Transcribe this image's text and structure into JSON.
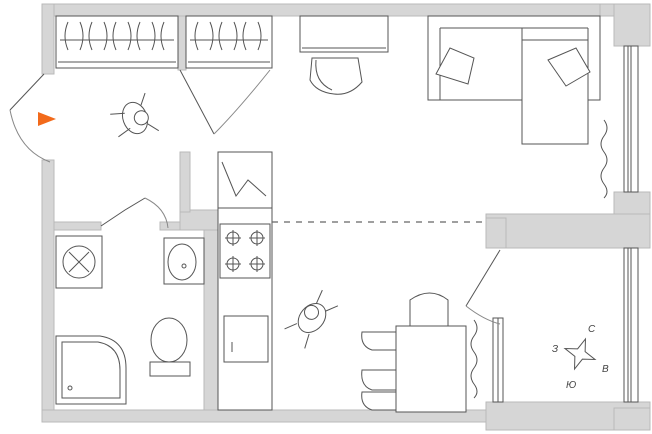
{
  "plan": {
    "type": "apartment-floor-plan",
    "entrance_marker_color": "#f26a1b",
    "wall_color": "#d6d6d6"
  },
  "compass": {
    "north": "С",
    "south": "Ю",
    "west": "З",
    "east": "В"
  }
}
